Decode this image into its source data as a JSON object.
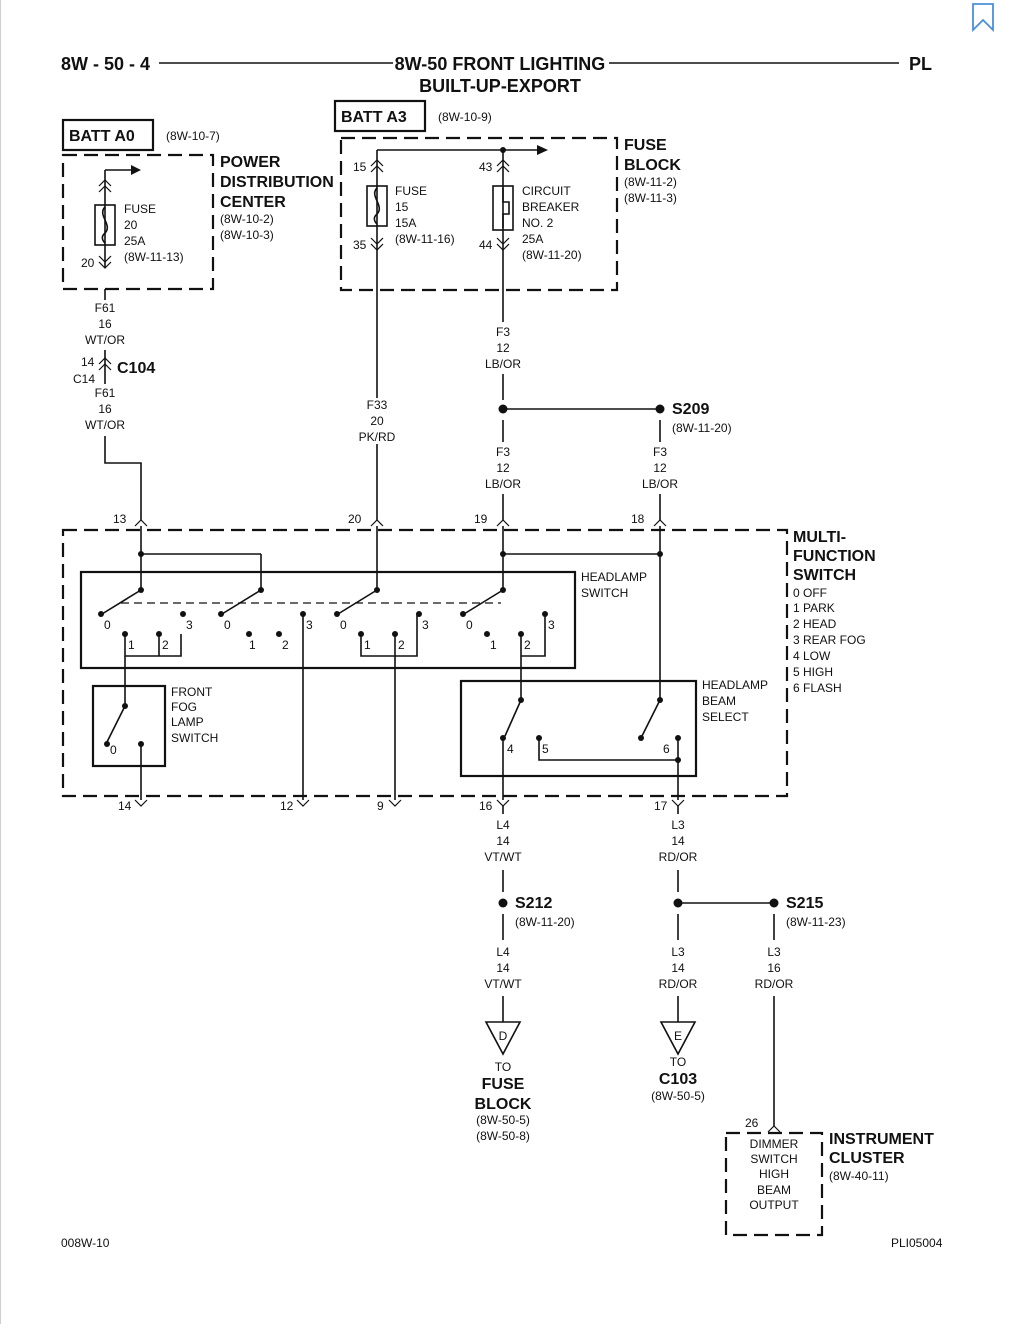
{
  "header": {
    "page_id": "8W - 50 - 4",
    "title_line1": "8W-50 FRONT LIGHTING",
    "title_line2": "BUILT-UP-EXPORT",
    "model": "PL"
  },
  "footer": {
    "left": "008W-10",
    "right": "PLI05004"
  },
  "sources": {
    "batt_a0": {
      "label": "BATT A0",
      "ref": "(8W-10-7)"
    },
    "batt_a3": {
      "label": "BATT A3",
      "ref": "(8W-10-9)"
    }
  },
  "pdc": {
    "name_lines": [
      "POWER",
      "DISTRIBUTION",
      "CENTER"
    ],
    "refs": [
      "(8W-10-2)",
      "(8W-10-3)"
    ],
    "fuse_lines": [
      "FUSE",
      "20",
      "25A",
      "(8W-11-13)"
    ],
    "pin_out": "20"
  },
  "fuse_block": {
    "name_lines": [
      "FUSE",
      "BLOCK"
    ],
    "refs": [
      "(8W-11-2)",
      "(8W-11-3)"
    ],
    "fuse15_lines": [
      "FUSE",
      "15",
      "15A",
      "(8W-11-16)"
    ],
    "breaker_lines": [
      "CIRCUIT",
      "BREAKER",
      "NO. 2",
      "25A",
      "(8W-11-20)"
    ],
    "pins": {
      "in_fuse": "15",
      "out_fuse": "35",
      "in_breaker": "43",
      "out_breaker": "44"
    }
  },
  "wires": {
    "f61_top": [
      "F61",
      "16",
      "WT/OR"
    ],
    "f61_bot": [
      "F61",
      "16",
      "WT/OR"
    ],
    "f33": [
      "F33",
      "20",
      "PK/RD"
    ],
    "f3_top": [
      "F3",
      "12",
      "LB/OR"
    ],
    "f3_mid": [
      "F3",
      "12",
      "LB/OR"
    ],
    "f3_right": [
      "F3",
      "12",
      "LB/OR"
    ],
    "l4_top": [
      "L4",
      "14",
      "VT/WT"
    ],
    "l4_bot": [
      "L4",
      "14",
      "VT/WT"
    ],
    "l3_top": [
      "L3",
      "14",
      "RD/OR"
    ],
    "l3_bot": [
      "L3",
      "14",
      "RD/OR"
    ],
    "l3_right": [
      "L3",
      "16",
      "RD/OR"
    ]
  },
  "connector_c104": {
    "name": "C104",
    "pin_top": "14",
    "pin_bot": "C14"
  },
  "splices": {
    "s209": {
      "name": "S209",
      "ref": "(8W-11-20)"
    },
    "s212": {
      "name": "S212",
      "ref": "(8W-11-20)"
    },
    "s215": {
      "name": "S215",
      "ref": "(8W-11-23)"
    }
  },
  "mfs": {
    "name_lines": [
      "MULTI-",
      "FUNCTION",
      "SWITCH"
    ],
    "positions": [
      "0 OFF",
      "1 PARK",
      "2 HEAD",
      "3 REAR FOG",
      "4 LOW",
      "5 HIGH",
      "6 FLASH"
    ],
    "headlamp_switch_lines": [
      "HEADLAMP",
      "SWITCH"
    ],
    "fog_switch_lines": [
      "FRONT",
      "FOG",
      "LAMP",
      "SWITCH"
    ],
    "beam_select_lines": [
      "HEADLAMP",
      "BEAM",
      "SELECT"
    ],
    "pins_in": [
      "13",
      "20",
      "19",
      "18"
    ],
    "pins_out": [
      "14",
      "12",
      "9",
      "16",
      "17"
    ],
    "contact_nums": [
      "0",
      "1",
      "2",
      "3"
    ],
    "fog_contact": "0",
    "beam_contacts": [
      "4",
      "5",
      "6"
    ]
  },
  "destinations": {
    "d": {
      "letter": "D",
      "to": "TO",
      "name_lines": [
        "FUSE",
        "BLOCK"
      ],
      "refs": [
        "(8W-50-5)",
        "(8W-50-8)"
      ]
    },
    "e": {
      "letter": "E",
      "to": "TO",
      "name": "C103",
      "ref": "(8W-50-5)"
    }
  },
  "instrument_cluster": {
    "name_lines": [
      "INSTRUMENT",
      "CLUSTER"
    ],
    "ref": "(8W-40-11)",
    "pin": "26",
    "internal_lines": [
      "DIMMER",
      "SWITCH",
      "HIGH",
      "BEAM",
      "OUTPUT"
    ]
  },
  "icons": {
    "bookmark": "bookmark-icon"
  }
}
